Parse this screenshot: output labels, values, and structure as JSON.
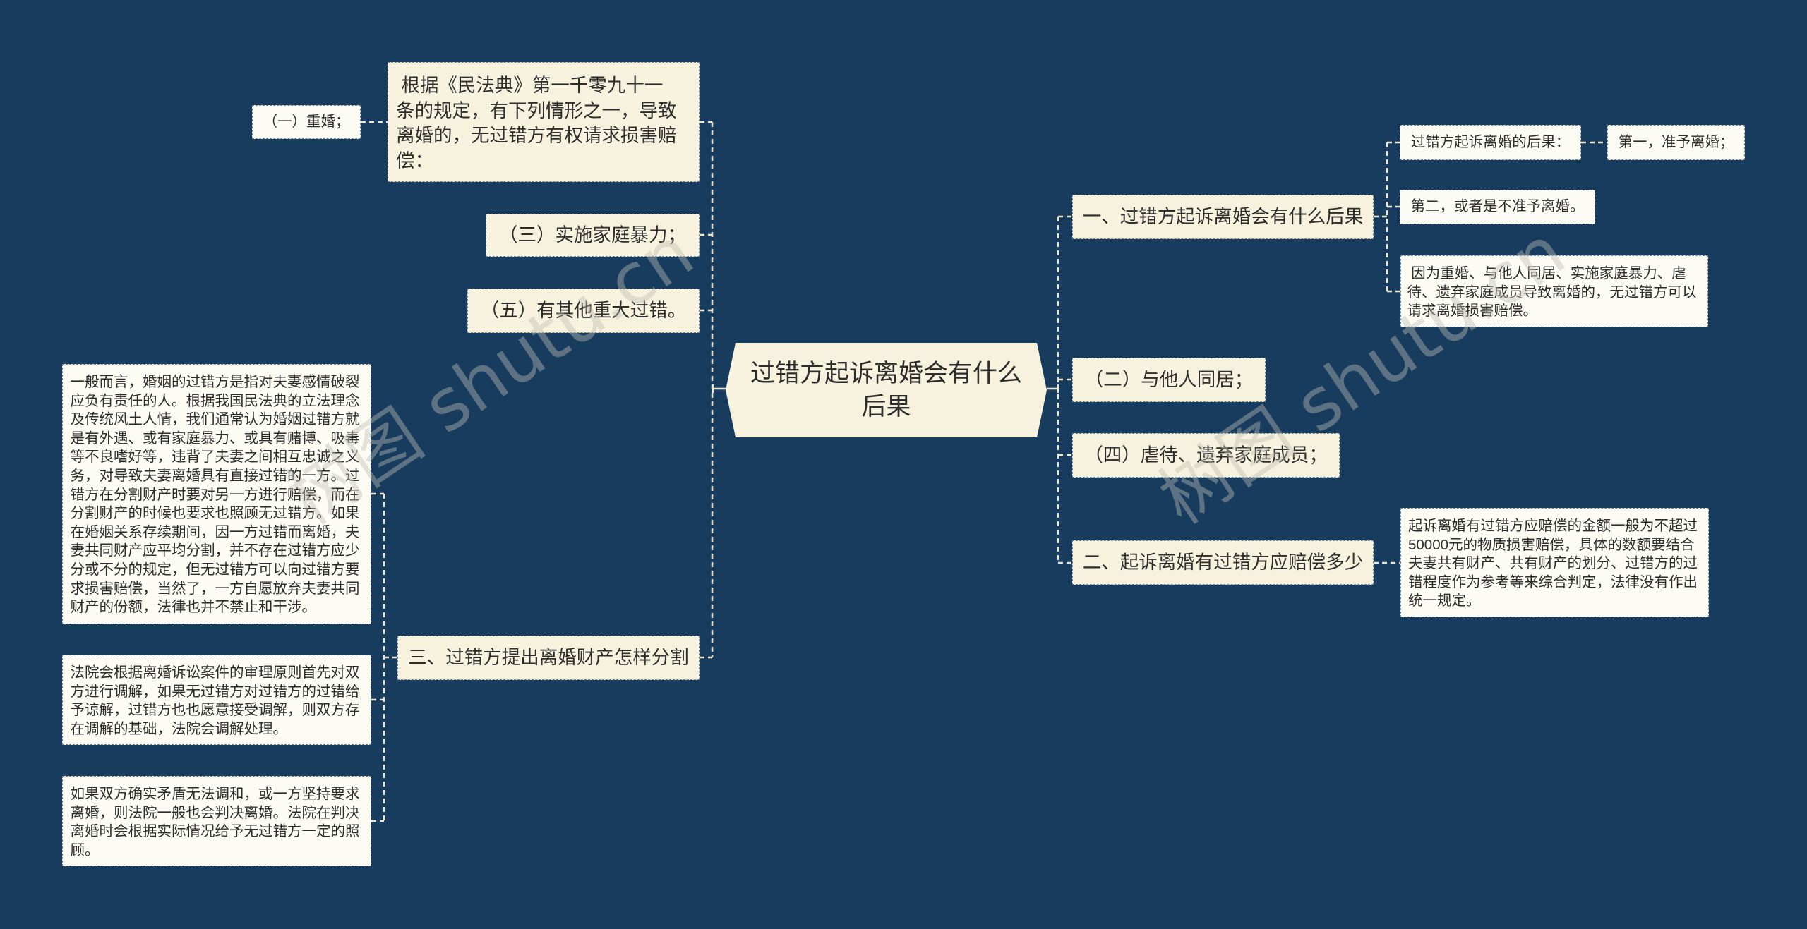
{
  "colors": {
    "background": "#183c5d",
    "branch_fill": "#f7f2dd",
    "leaf_fill": "#fdfcf4",
    "connector": "#eee8d3",
    "text": "#2d2d2d",
    "node_border": "#71848f"
  },
  "watermark": {
    "text": "树图 shutu.cn"
  },
  "mindmap": {
    "root": {
      "label": "过错方起诉离婚会有什么后果"
    },
    "left": [
      {
        "label": " 根据《民法典》第一千零九十一条的规定，有下列情形之一，导致离婚的，无过错方有权请求损害赔偿：",
        "children": [
          {
            "label": "（一）重婚；"
          }
        ]
      },
      {
        "label": "（三）实施家庭暴力；"
      },
      {
        "label": "（五）有其他重大过错。"
      },
      {
        "label": "三、过错方提出离婚财产怎样分割",
        "children": [
          {
            "label": "一般而言，婚姻的过错方是指对夫妻感情破裂应负有责任的人。根据我国民法典的立法理念及传统风土人情，我们通常认为婚姻过错方就是有外遇、或有家庭暴力、或具有赌博、吸毒等不良嗜好等，违背了夫妻之间相互忠诚之义务，对导致夫妻离婚具有直接过错的一方。过错方在分割财产时要对另一方进行赔偿，而在分割财产的时候也要求也照顾无过错方。如果在婚姻关系存续期间，因一方过错而离婚，夫妻共同财产应平均分割，并不存在过错方应少分或不分的规定，但无过错方可以向过错方要求损害赔偿，当然了，一方自愿放弃夫妻共同财产的份额，法律也并不禁止和干涉。"
          },
          {
            "label": "法院会根据离婚诉讼案件的审理原则首先对双方进行调解，如果无过错方对过错方的过错给予谅解，过错方也也愿意接受调解，则双方存在调解的基础，法院会调解处理。"
          },
          {
            "label": "如果双方确实矛盾无法调和，或一方坚持要求离婚，则法院一般也会判决离婚。法院在判决离婚时会根据实际情况给予无过错方一定的照顾。"
          }
        ]
      }
    ],
    "right": [
      {
        "label": "一、过错方起诉离婚会有什么后果",
        "children": [
          {
            "label": "过错方起诉离婚的后果：",
            "children": [
              {
                "label": "第一，准予离婚；"
              }
            ]
          },
          {
            "label": "第二，或者是不准予离婚。"
          },
          {
            "label": " 因为重婚、与他人同居、实施家庭暴力、虐待、遗弃家庭成员导致离婚的，无过错方可以请求离婚损害赔偿。"
          }
        ]
      },
      {
        "label": "（二）与他人同居；"
      },
      {
        "label": "（四）虐待、遗弃家庭成员；"
      },
      {
        "label": "二、起诉离婚有过错方应赔偿多少",
        "children": [
          {
            "label": "起诉离婚有过错方应赔偿的金额一般为不超过50000元的物质损害赔偿，具体的数额要结合夫妻共有财产、共有财产的划分、过错方的过错程度作为参考等来综合判定，法律没有作出统一规定。"
          }
        ]
      }
    ]
  }
}
